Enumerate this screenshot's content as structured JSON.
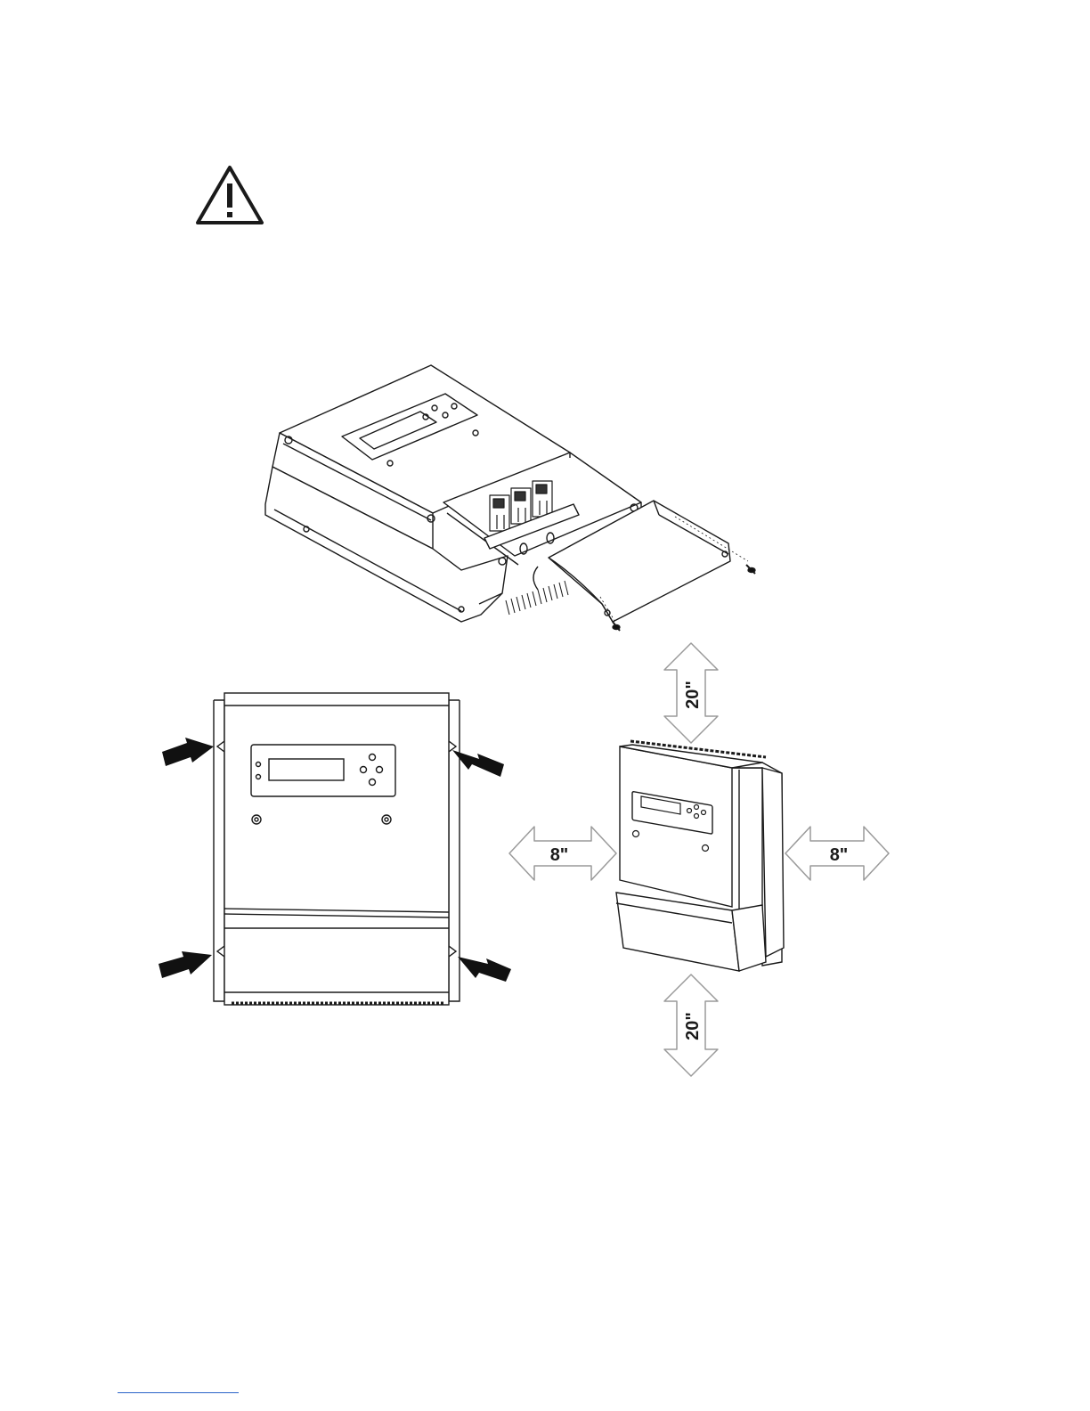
{
  "figure_clearance": {
    "top_label": "20\"",
    "bottom_label": "20\"",
    "left_label": "8\"",
    "right_label": "8\""
  },
  "colors": {
    "line": "#1a1a1a",
    "arrow_fill": "#ffffff",
    "arrow_stroke": "#9a9a9a",
    "pointer_fill": "#111111",
    "footer_rule": "#2a63c9"
  },
  "icons": {
    "warning": "warning-triangle-icon"
  }
}
